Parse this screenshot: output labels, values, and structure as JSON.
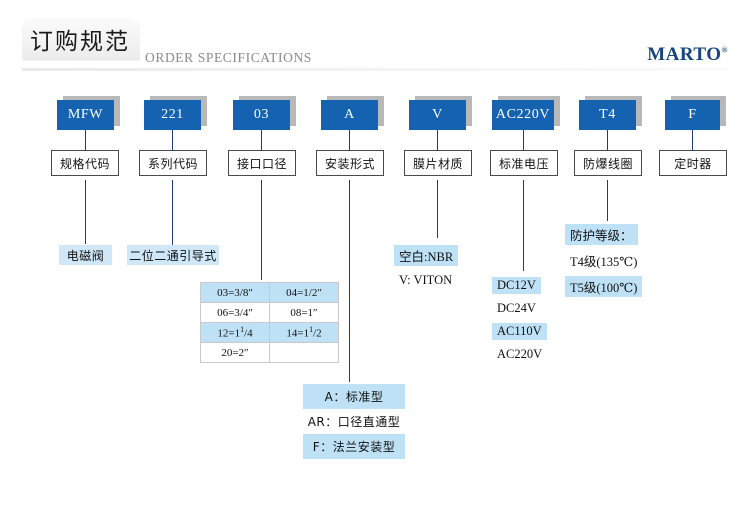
{
  "header": {
    "title_cn": "订购规范",
    "title_en": "ORDER SPECIFICATIONS",
    "brand": "MARTO",
    "brand_mark": "®",
    "accent_blue": "#1462b0",
    "chip_blue": "#cfe7f7",
    "line_blue": "#1d3f6e"
  },
  "codes": [
    {
      "code": "MFW",
      "label": "规格代码"
    },
    {
      "code": "221",
      "label": "系列代码"
    },
    {
      "code": "03",
      "label": "接口口径"
    },
    {
      "code": "A",
      "label": "安装形式"
    },
    {
      "code": "V",
      "label": "膜片材质"
    },
    {
      "code": "AC220V",
      "label": "标准电压"
    },
    {
      "code": "T4",
      "label": "防爆线圈"
    },
    {
      "code": "F",
      "label": "定时器"
    }
  ],
  "callouts": {
    "spec_code": "电磁阀",
    "series_code": "二位二通引导式"
  },
  "port_table": {
    "rows": [
      {
        "highlight": true,
        "cells": [
          "03=3/8″",
          "04=1/2″"
        ]
      },
      {
        "highlight": false,
        "cells": [
          "06=3/4″",
          "08=1″"
        ]
      },
      {
        "highlight": true,
        "cells": [
          "12=1<sup>1</sup>/4",
          "14=1<sup>1</sup>/2"
        ]
      },
      {
        "highlight": false,
        "cells": [
          "20=2″",
          ""
        ]
      }
    ]
  },
  "mount_table": {
    "rows": [
      {
        "highlight": true,
        "text": "A：标准型"
      },
      {
        "highlight": false,
        "text": "AR：口径直通型"
      },
      {
        "highlight": true,
        "text": "F：法兰安装型"
      }
    ]
  },
  "diaphragm": {
    "options": [
      {
        "text": "空白:NBR",
        "highlight": true
      },
      {
        "text": "V: VITON",
        "highlight": false
      }
    ]
  },
  "voltage": {
    "options": [
      {
        "text": "DC12V",
        "highlight": true
      },
      {
        "text": "DC24V",
        "highlight": false
      },
      {
        "text": "AC110V",
        "highlight": true
      },
      {
        "text": "AC220V",
        "highlight": false
      }
    ]
  },
  "explosion_proof": {
    "options": [
      {
        "text": "防护等级：",
        "highlight": true
      },
      {
        "text": "T4级(135℃)",
        "highlight": false
      },
      {
        "text": "T5级(100℃)",
        "highlight": true
      }
    ]
  }
}
